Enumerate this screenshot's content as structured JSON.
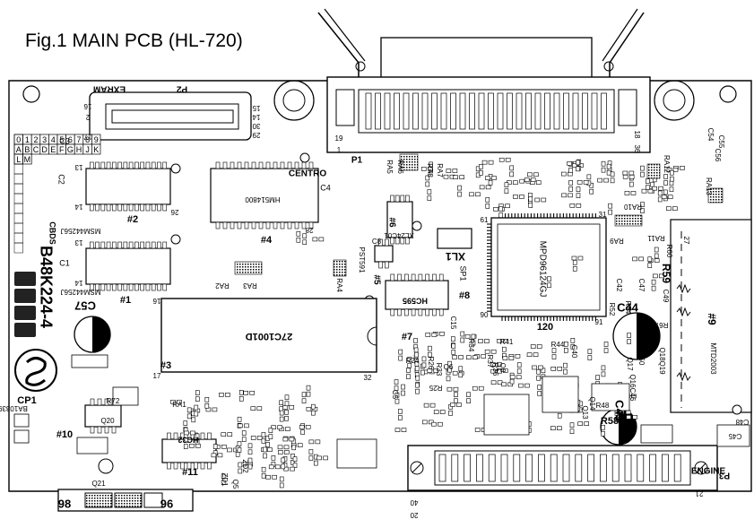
{
  "figure_title": "Fig.1 MAIN PCB (HL-720)",
  "board_model": "B48K224-4",
  "labels": {
    "p2": "P2",
    "exram": "EXRAM",
    "p1": "P1",
    "centro": "CENTRO",
    "p3": "P3",
    "engine": "ENGINE",
    "cp1": "CP1",
    "c57": "C57",
    "c44": "C44",
    "c43": "C43",
    "r59": "R59",
    "r58": "R58",
    "xl1": "XL1",
    "sp1": "SP1",
    "chip3": "27C1001D",
    "chip8": "MPD96124GJ",
    "chip4": "HM514800",
    "chip2": "MSM44256J",
    "chip1": "MSM44256J",
    "chip7": "HC595",
    "chip11": "HC32",
    "ch1": "#1",
    "ch2": "#2",
    "ch3": "#3",
    "ch4": "#4",
    "ch5": "#5",
    "ch6": "#6",
    "ch7": "#7",
    "ch8": "#8",
    "ch9": "#9",
    "ch10": "#10",
    "ch11": "#11",
    "n96a": "96",
    "n98": "98",
    "n96b": "96",
    "n120": "120",
    "mtd": "MTD2003",
    "ba": "BA10339F",
    "xlc": "XL24C01",
    "pst": "PST591",
    "cbds": "CBDS",
    "ra1": "RA1",
    "ra2": "RA2",
    "ra3": "RA3",
    "ra4": "RA4",
    "ra5": "RA5",
    "ra6": "RA6",
    "ra7": "RA7",
    "ra8": "RA8",
    "ra9": "RA9",
    "ra10": "RA10",
    "ra11": "RA11",
    "ra12": "RA12",
    "ra13": "RA13",
    "c4": "C4",
    "c2": "C2",
    "c3": "C3",
    "c1": "C1",
    "c8": "C8",
    "c9": "C9",
    "c11": "C11",
    "c6": "C6",
    "c7": "C7",
    "c15": "C15",
    "c40": "C40",
    "c42": "C42",
    "c47": "C47",
    "c49": "C49",
    "c46": "C46",
    "c54": "C54",
    "c56": "C56",
    "c55": "C55",
    "c45": "C45",
    "c48": "C48",
    "c5": "C5",
    "r41": "R41",
    "r44": "R44",
    "r67": "R67",
    "r72": "R72",
    "r24": "R24",
    "r25": "R25",
    "r26": "R26",
    "r33": "R33",
    "r34": "R34",
    "r37": "R37",
    "r36": "R36",
    "r48": "R48",
    "r52": "R52",
    "r54": "R54",
    "r60": "R60",
    "r50": "R50",
    "q6": "Q6",
    "q8": "Q8",
    "q13": "Q13",
    "q14": "Q14",
    "q16": "Q16",
    "q17": "Q17",
    "q18": "Q18",
    "q19": "Q19",
    "q20": "Q20",
    "q21": "Q21",
    "q5": "Q5",
    "zd1": "ZD1",
    "zd2": "ZD2",
    "pin19": "19",
    "pin1": "1",
    "pin18": "18",
    "pin36": "36",
    "pin15": "15",
    "pin14": "14",
    "pin30": "30",
    "pin29": "29",
    "pin16": "16",
    "pin17": "17",
    "pin2": "2",
    "pin61": "61",
    "pin31": "31",
    "pin90": "90",
    "pin91": "91",
    "pin27": "27",
    "pin40": "40",
    "pin20": "20",
    "pin21": "21",
    "pin2b": "2",
    "pin13": "13",
    "pin26": "26",
    "pin28": "28",
    "pin32": "32",
    "pin17b": "17",
    "pin16b": "16",
    "pin14b": "14",
    "pin13b": "13",
    "pin14c": "14"
  },
  "switch_grid": [
    [
      "0",
      "1",
      "2",
      "3",
      "4",
      "5",
      "6",
      "7",
      "8",
      "9"
    ],
    [
      "A",
      "B",
      "C",
      "D",
      "E",
      "F",
      "G",
      "H",
      "J",
      "K",
      "L",
      "M"
    ]
  ]
}
